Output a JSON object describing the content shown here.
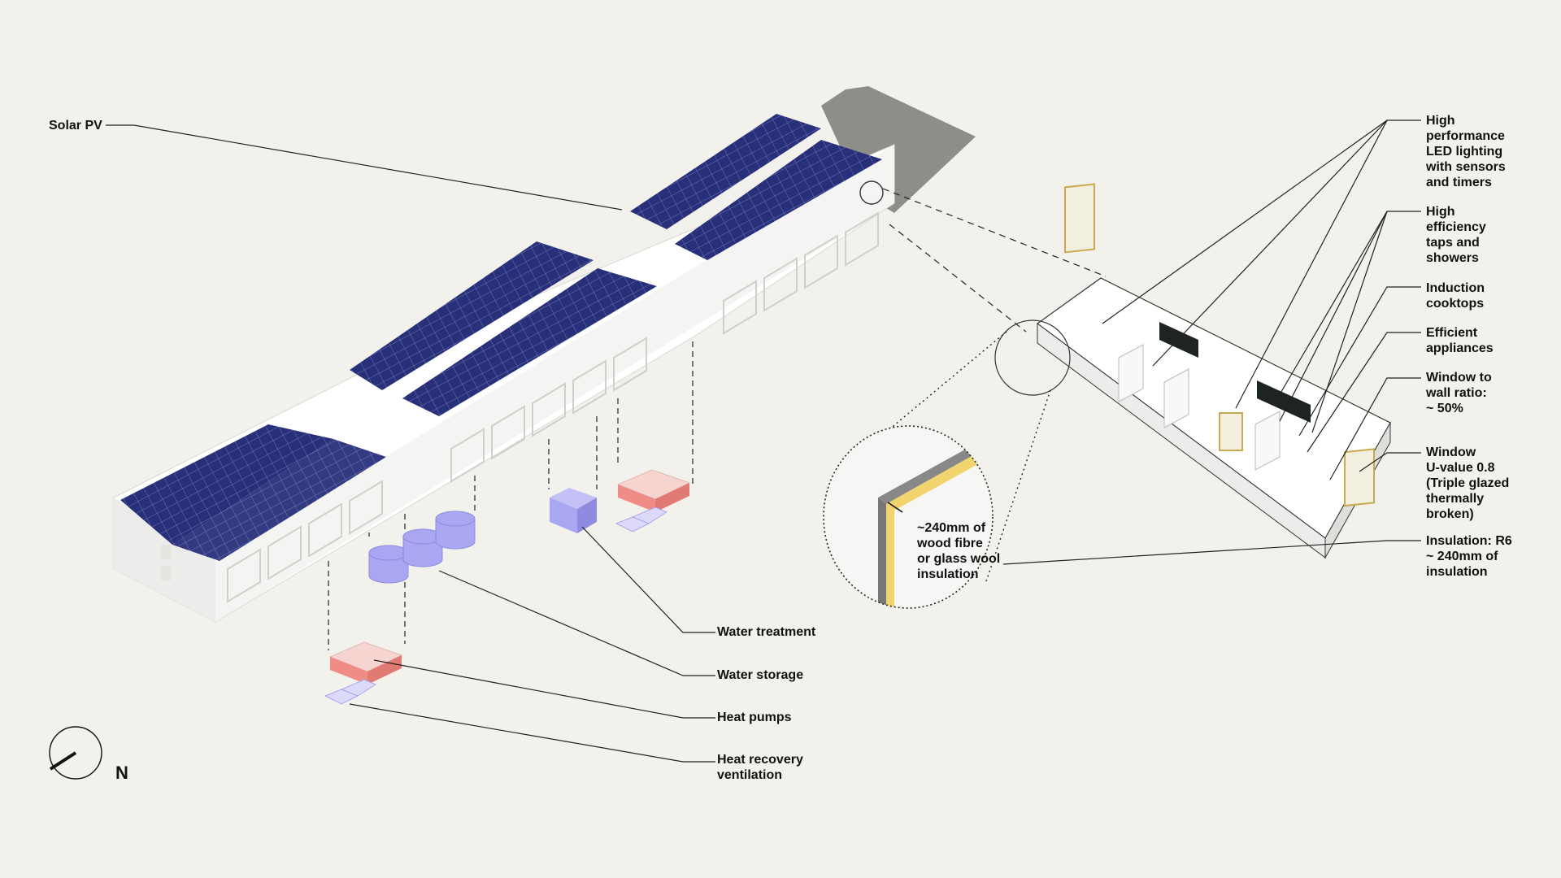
{
  "labels": {
    "solar_pv": "Solar PV",
    "water_treatment": "Water treatment",
    "water_storage": "Water storage",
    "heat_pumps": "Heat pumps",
    "heat_recovery": "Heat recovery\nventilation",
    "led_lighting": "High\nperformance\nLED lighting\nwith sensors\nand timers",
    "taps_showers": "High\nefficiency\ntaps and\nshowers",
    "induction": "Induction\ncooktops",
    "appliances": "Efficient\nappliances",
    "window_ratio": "Window to\nwall ratio:\n~ 50%",
    "window_uvalue": "Window\nU-value 0.8\n(Triple glazed\nthermally\nbroken)",
    "insulation": "Insulation: R6\n~ 240mm of\ninsulation",
    "inset_text": "~240mm of\nwood fibre\nor glass wool\ninsulation",
    "north": "N"
  },
  "colors": {
    "background": "#f2f1eb",
    "solar_panel": "#28307a",
    "water_tank": "#a9a6f2",
    "heat_pump": "#f08c86",
    "insulation": "#f1d46e",
    "shadow": "#8e8e88",
    "building": "#ffffff"
  },
  "icons": {
    "compass": "compass-icon"
  }
}
